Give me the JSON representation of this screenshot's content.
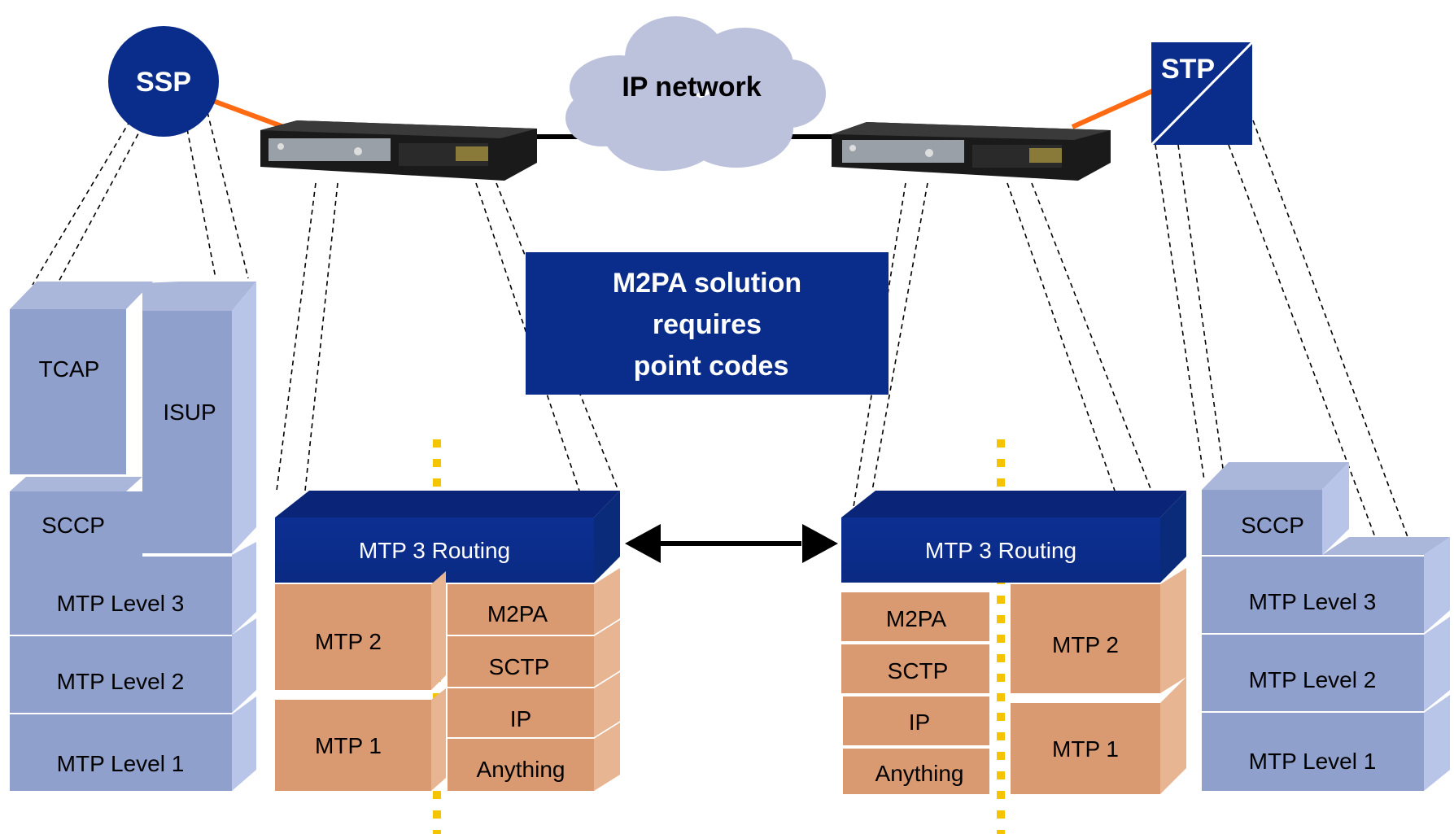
{
  "nodes": {
    "ssp": "SSP",
    "stp": "STP",
    "ip_network": "IP network"
  },
  "callout": {
    "line1": "M2PA solution",
    "line2": "requires",
    "line3": "point codes"
  },
  "ssp_stack": {
    "tcap": "TCAP",
    "isup": "ISUP",
    "sccp": "SCCP",
    "mtp3": "MTP Level 3",
    "mtp2": "MTP Level 2",
    "mtp1": "MTP Level 1"
  },
  "left_gateway_stack": {
    "routing": "MTP 3 Routing",
    "mtp2": "MTP 2",
    "mtp1": "MTP 1",
    "m2pa": "M2PA",
    "sctp": "SCTP",
    "ip": "IP",
    "anything": "Anything"
  },
  "right_gateway_stack": {
    "routing": "MTP 3 Routing",
    "m2pa": "M2PA",
    "sctp": "SCTP",
    "ip": "IP",
    "anything": "Anything",
    "mtp2": "MTP 2",
    "mtp1": "MTP 1"
  },
  "stp_stack": {
    "sccp": "SCCP",
    "mtp3": "MTP Level 3",
    "mtp2": "MTP Level 2",
    "mtp1": "MTP Level 1"
  },
  "colors": {
    "navy": "#0a2d8c",
    "blue_box": "#8fa0cc",
    "orange_box": "#d99a72",
    "cloud": "#bcc2dc",
    "link_orange": "#ff6a13",
    "divider_yellow": "#f5c400"
  }
}
